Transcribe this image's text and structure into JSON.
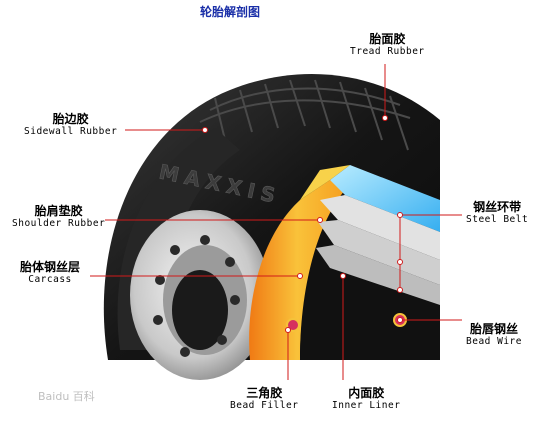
{
  "title": "轮胎解剖图",
  "watermark": "Baidu 百科",
  "brand": "MAXXIS",
  "labels": {
    "tread": {
      "zh": "胎面胶",
      "en": "Tread Rubber"
    },
    "sidewall": {
      "zh": "胎边胶",
      "en": "Sidewall Rubber"
    },
    "shoulder": {
      "zh": "胎肩垫胶",
      "en": "Shoulder Rubber"
    },
    "carcass": {
      "zh": "胎体钢丝层",
      "en": "Carcass"
    },
    "belt": {
      "zh": "钢丝环带",
      "en": "Steel Belt"
    },
    "bead": {
      "zh": "胎唇钢丝",
      "en": "Bead Wire"
    },
    "filler": {
      "zh": "三角胶",
      "en": "Bead Filler"
    },
    "liner": {
      "zh": "内面胶",
      "en": "Inner Liner"
    }
  },
  "colors": {
    "leader": "#d11a1a",
    "title": "#1a2fa8",
    "tire": "#1c1c1c",
    "rim": "#d9d9d9"
  }
}
